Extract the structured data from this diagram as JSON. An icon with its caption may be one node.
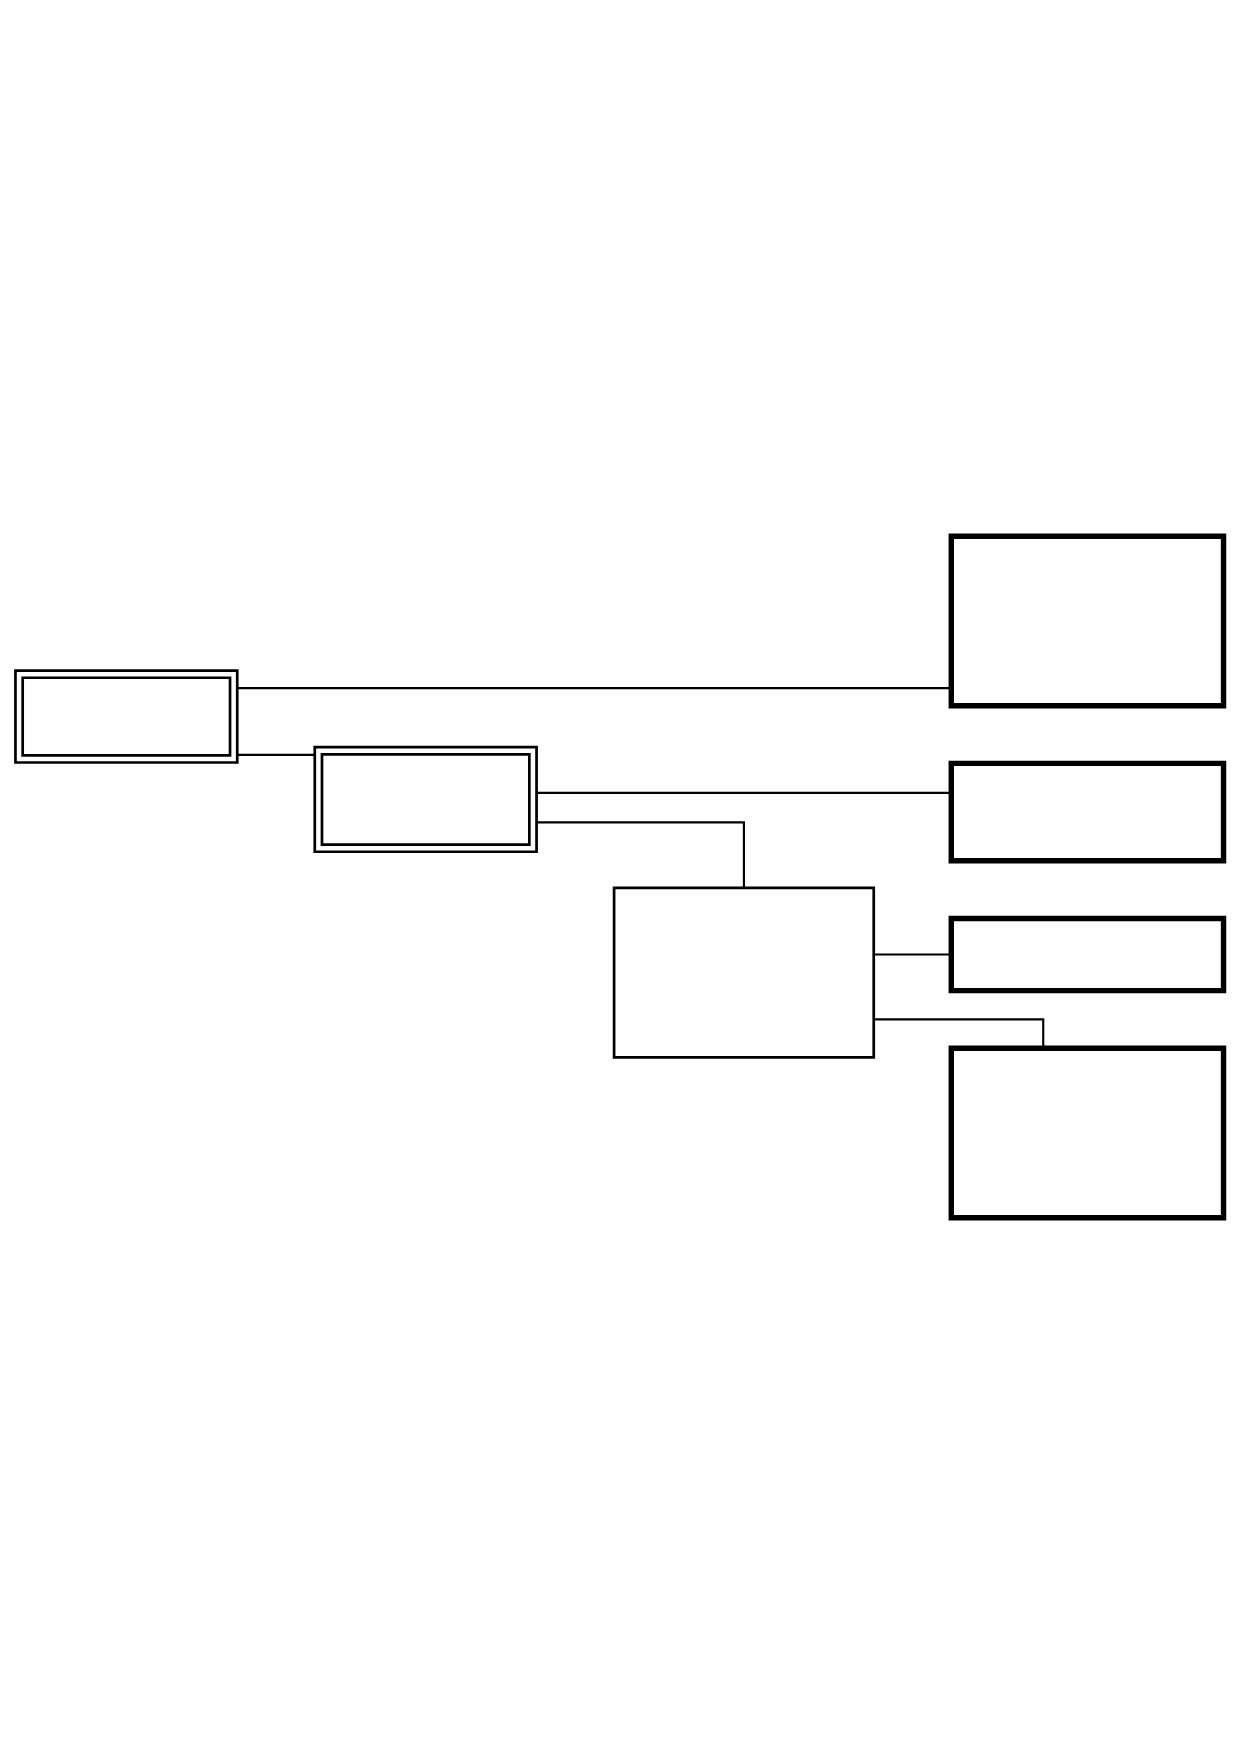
{
  "diagram": {
    "nodes": [
      {
        "text": [],
        "shape": "box"
      },
      {
        "text": [],
        "shape": "box"
      },
      {
        "text": [],
        "shape": "box"
      },
      {
        "text": [],
        "shape": "box"
      },
      {
        "text": [],
        "shape": "box"
      },
      {
        "text": [],
        "shape": "box"
      },
      {
        "text": [],
        "shape": "box"
      }
    ],
    "edges": [
      {
        "from": 0,
        "to": 3,
        "arrow": "none"
      },
      {
        "from": 0,
        "to": 1,
        "arrow": "none"
      },
      {
        "from": 1,
        "to": 4,
        "arrow": "none"
      },
      {
        "from": 1,
        "to": 2,
        "arrow": "none"
      },
      {
        "from": 2,
        "to": 5,
        "arrow": "none"
      },
      {
        "from": 2,
        "to": 6,
        "arrow": "none"
      }
    ]
  }
}
